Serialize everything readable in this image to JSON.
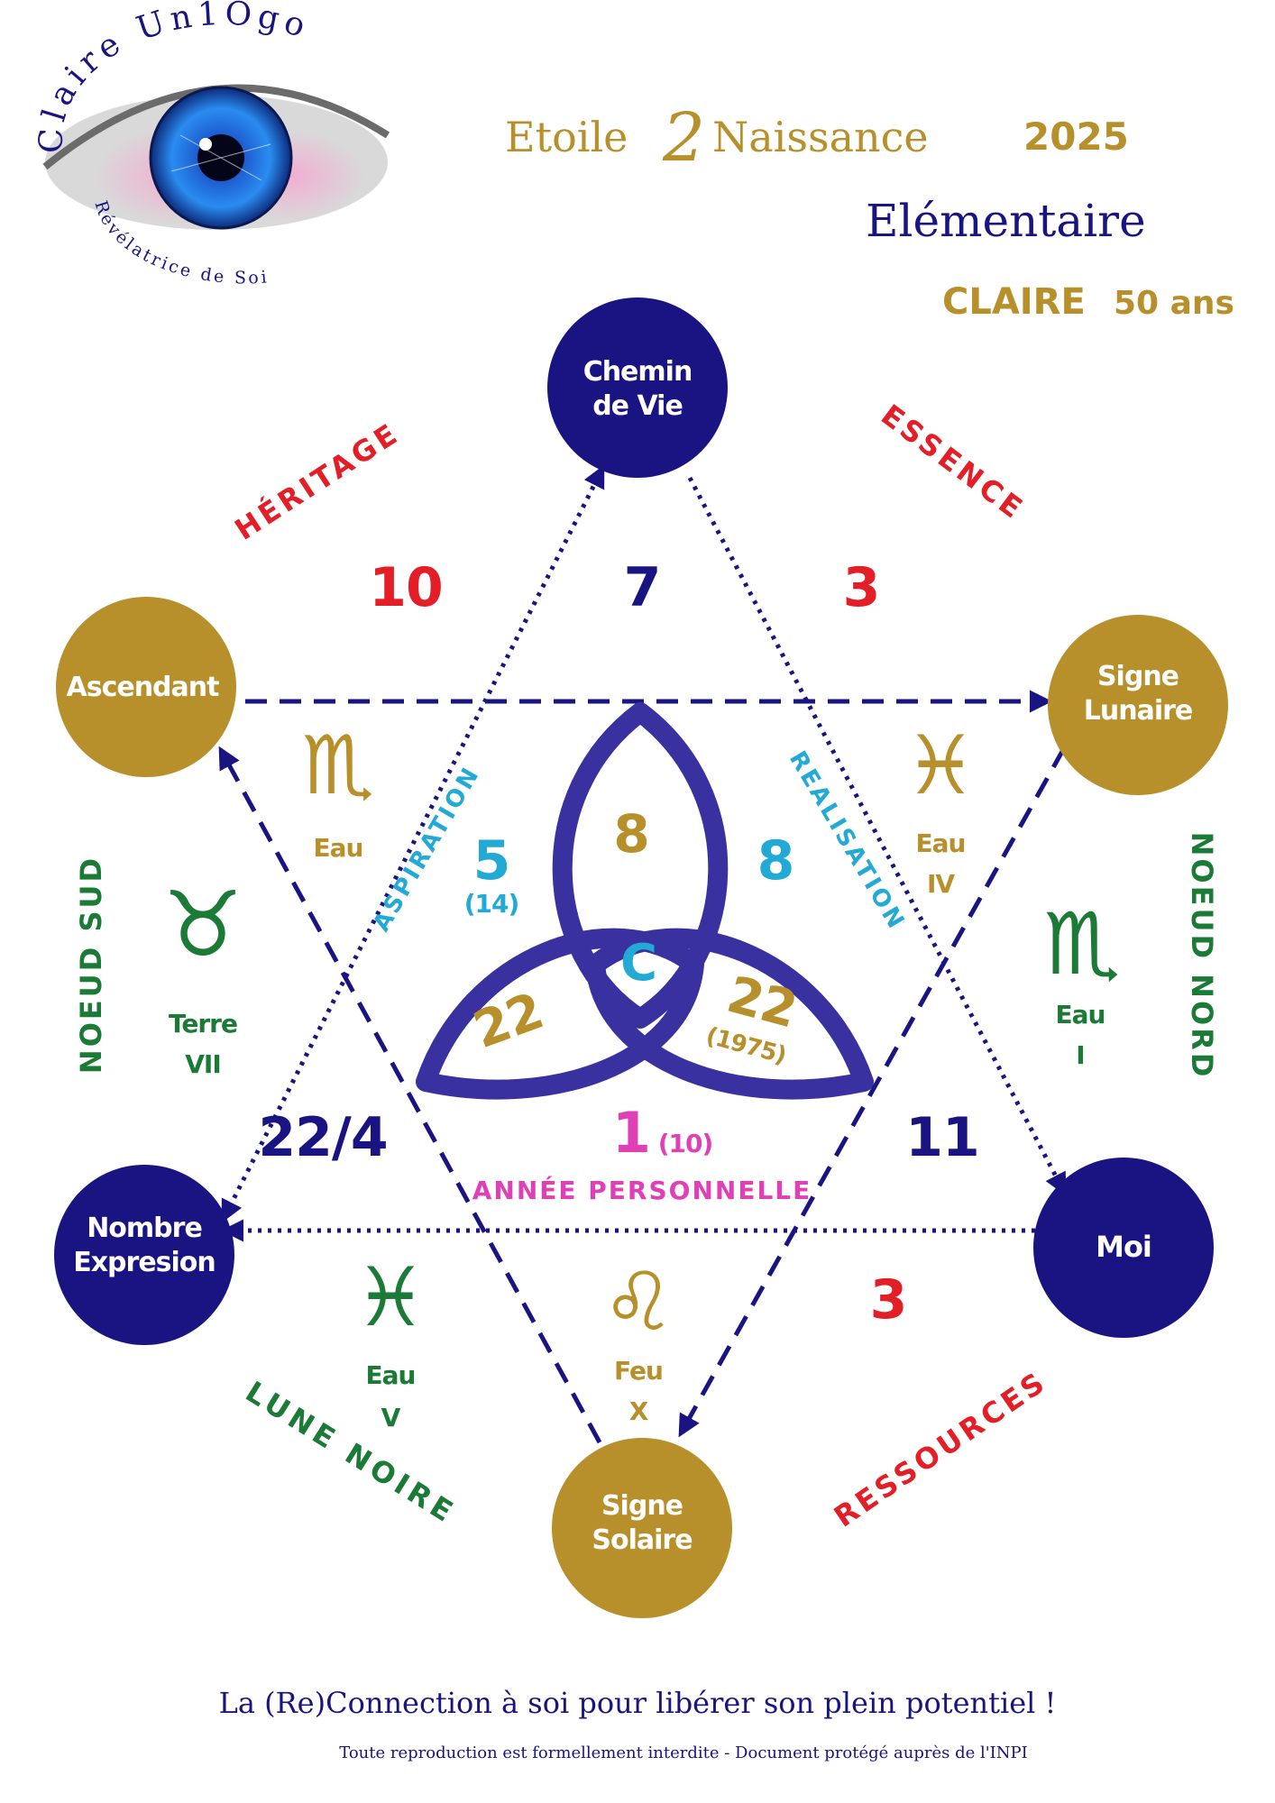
{
  "logo": {
    "top_text": "Claire Un1Ogo",
    "bottom_text": "Révélatrice de Soi"
  },
  "title": {
    "line1_a": "Etoile",
    "line1_b": "2",
    "line1_c": "Naissance",
    "line1_year": "2025",
    "line2": "Elémentaire",
    "name": "CLAIRE",
    "age": "50 ans"
  },
  "nodes": {
    "chemin_de_vie": [
      "Chemin",
      "de Vie"
    ],
    "ascendant": [
      "Ascendant"
    ],
    "signe_lunaire": [
      "Signe",
      "Lunaire"
    ],
    "nombre_expresion": [
      "Nombre",
      "Expresion"
    ],
    "moi": [
      "Moi"
    ],
    "signe_solaire": [
      "Signe",
      "Solaire"
    ]
  },
  "zones": {
    "heritage": "HÉRITAGE",
    "essence": "ESSENCE",
    "noeud_sud": "NOEUD SUD",
    "noeud_nord": "NOEUD NORD",
    "lune_noire": "LUNE NOIRE",
    "ressources": "RESSOURCES"
  },
  "numbers": {
    "heritage": "10",
    "chemin": "7",
    "essence": "3",
    "aspiration": "5",
    "aspiration_sub": "(14)",
    "realisation": "8",
    "triquetra_top": "8",
    "triquetra_center": "C",
    "triquetra_left": "22",
    "triquetra_right": "22",
    "triquetra_right_sub": "(1975)",
    "expression": "22/4",
    "moi": "11",
    "annee": "1",
    "annee_sub": "(10)",
    "ressources": "3"
  },
  "labels": {
    "aspiration": "ASPIRATION",
    "realisation": "REALISATION",
    "annee_personnelle": "ANNÉE PERSONNELLE"
  },
  "signs": {
    "ascendant": {
      "glyph": "♏",
      "name": "Scorpion",
      "element": "Eau",
      "house": ""
    },
    "lunaire": {
      "glyph": "♓",
      "name": "Poissons",
      "element": "Eau",
      "house": "IV"
    },
    "noeud_sud": {
      "glyph": "♉",
      "name": "Taureau",
      "element": "Terre",
      "house": "VII"
    },
    "noeud_nord": {
      "glyph": "♏",
      "name": "Scorpion",
      "element": "Eau",
      "house": "I"
    },
    "lune_noire": {
      "glyph": "♓",
      "name": "Poissons",
      "element": "Eau",
      "house": "V"
    },
    "solaire": {
      "glyph": "♌",
      "name": "Lion",
      "element": "Feu",
      "house": "X"
    }
  },
  "footer": {
    "tagline": "La (Re)Connection à soi pour libérer son plein potentiel !",
    "copyright": "Toute reproduction est formellement interdite - Document protégé auprès de l'INPI"
  },
  "colors": {
    "navy": "#1a1482",
    "gold": "#b8902b",
    "red": "#e41e26",
    "green": "#1a7a36",
    "cyan": "#22a9d6",
    "pink": "#e040b5",
    "triquetra": "#3a31a0"
  }
}
